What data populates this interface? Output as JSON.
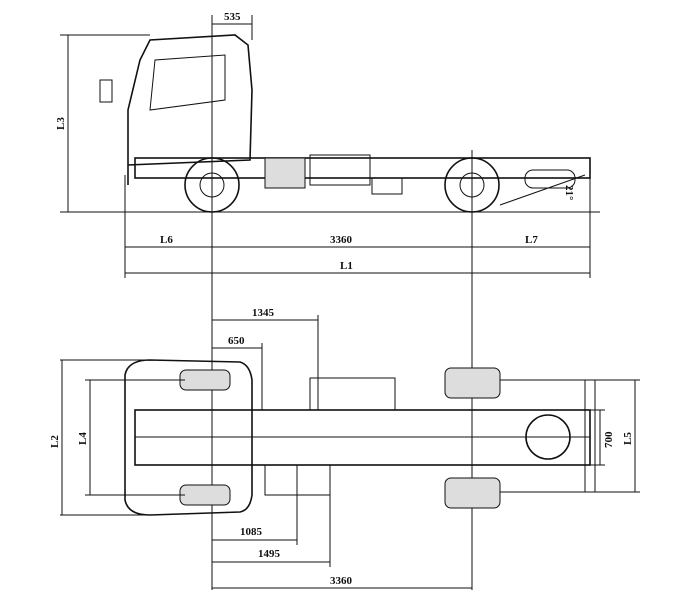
{
  "side_view": {
    "dim_cab_offset": "535",
    "dim_height": "L3",
    "dim_front_overhang": "L6",
    "dim_wheelbase": "3360",
    "dim_rear_overhang": "L7",
    "dim_total_length": "L1",
    "departure_angle": "21°"
  },
  "top_view": {
    "dim_1345": "1345",
    "dim_650": "650",
    "dim_width": "L2",
    "dim_track": "L4",
    "dim_frame_width": "700",
    "dim_rear_width": "L5",
    "dim_1085": "1085",
    "dim_1495": "1495",
    "dim_wheelbase": "3360"
  }
}
